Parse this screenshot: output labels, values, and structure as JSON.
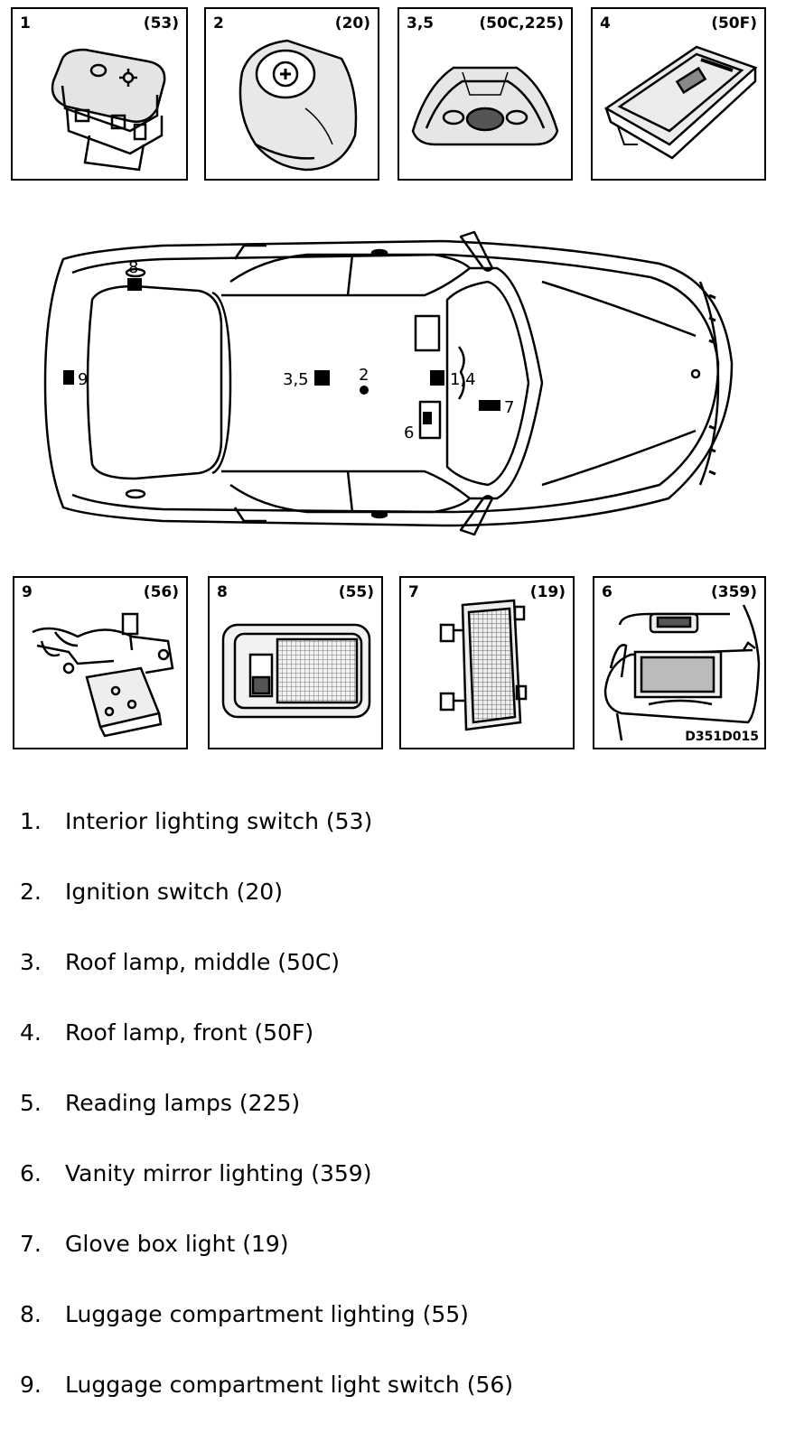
{
  "panels_top": [
    {
      "number": "1",
      "ref": "(53)",
      "icon": "interior-lighting-switch-icon"
    },
    {
      "number": "2",
      "ref": "(20)",
      "icon": "ignition-switch-icon"
    },
    {
      "number": "3,5",
      "ref": "(50C,225)",
      "icon": "roof-lamp-middle-icon"
    },
    {
      "number": "4",
      "ref": "(50F)",
      "icon": "roof-lamp-front-icon"
    }
  ],
  "panels_bottom": [
    {
      "number": "9",
      "ref": "(56)",
      "icon": "luggage-light-switch-icon"
    },
    {
      "number": "8",
      "ref": "(55)",
      "icon": "luggage-lighting-icon"
    },
    {
      "number": "7",
      "ref": "(19)",
      "icon": "glove-box-light-icon"
    },
    {
      "number": "6",
      "ref": "(359)",
      "icon": "vanity-mirror-light-icon"
    }
  ],
  "figure_code": "D351D015",
  "car_markers": [
    {
      "id": "m8",
      "label": "8"
    },
    {
      "id": "m9",
      "label": "9"
    },
    {
      "id": "m35",
      "label": "3,5"
    },
    {
      "id": "m2",
      "label": "2"
    },
    {
      "id": "m14",
      "label": "1,4"
    },
    {
      "id": "m7",
      "label": "7"
    },
    {
      "id": "m6",
      "label": "6"
    }
  ],
  "legend": [
    {
      "num": "1.",
      "text": "Interior lighting switch (53)"
    },
    {
      "num": "2.",
      "text": "Ignition switch (20)"
    },
    {
      "num": "3.",
      "text": "Roof lamp, middle (50C)"
    },
    {
      "num": "4.",
      "text": "Roof lamp, front (50F)"
    },
    {
      "num": "5.",
      "text": "Reading lamps (225)"
    },
    {
      "num": "6.",
      "text": "Vanity mirror lighting (359)"
    },
    {
      "num": "7.",
      "text": "Glove box light (19)"
    },
    {
      "num": "8.",
      "text": "Luggage compartment lighting (55)"
    },
    {
      "num": "9.",
      "text": "Luggage compartment light switch (56)"
    }
  ]
}
